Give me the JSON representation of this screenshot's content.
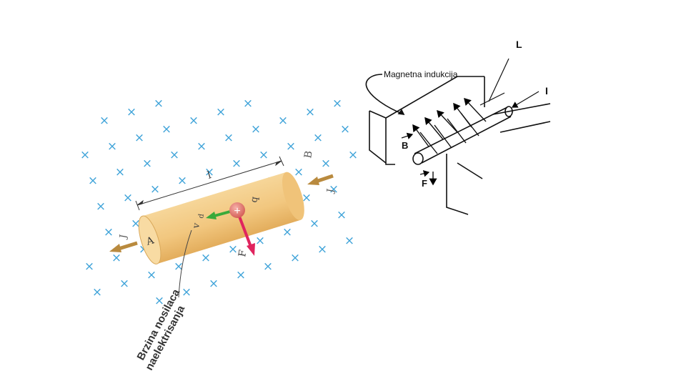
{
  "left_diagram": {
    "length_label": "l",
    "area_label": "A",
    "velocity_label": "v",
    "velocity_sub": "d",
    "charge_label": "q",
    "charge_sign": "+",
    "force_label": "F",
    "field_label": "B",
    "current_label_right": "J",
    "current_label_left": "J",
    "annotation_line1": "Brzina nosilaca",
    "annotation_line2": "naelektrisanja",
    "field_marker": "×",
    "colors": {
      "conductor": "#f2c77f",
      "field_marks": "#3fa3d9",
      "current_arrow": "#b98a3e",
      "velocity_arrow": "#3aaa3a",
      "force_arrow": "#e0245e",
      "charge": "#d9534f"
    }
  },
  "right_diagram": {
    "title": "Magnetna indukcija",
    "label_L": "L",
    "label_I": "I",
    "label_B": "B",
    "label_F": "F"
  }
}
